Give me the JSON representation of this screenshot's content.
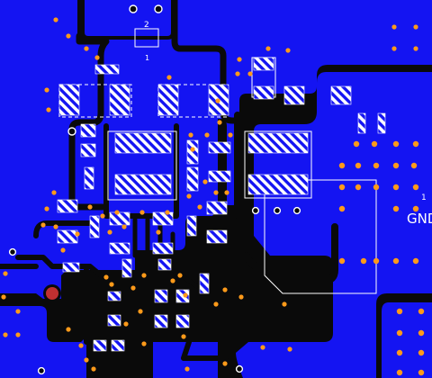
{
  "viewer": {
    "kind": "pcb-layout-view",
    "layer": "top copper"
  },
  "colors": {
    "copper_pour": "#1414f2",
    "background": "#0a0a0a",
    "via": "#ff9a1a",
    "pad_hatch": "#ffffff",
    "silkscreen": "#ffffff",
    "test_point": "#c03030"
  },
  "silkscreen": {
    "pin_label_2": "2",
    "pin_label_1": "1",
    "right_pin_label": "1",
    "net_label": "GND"
  }
}
